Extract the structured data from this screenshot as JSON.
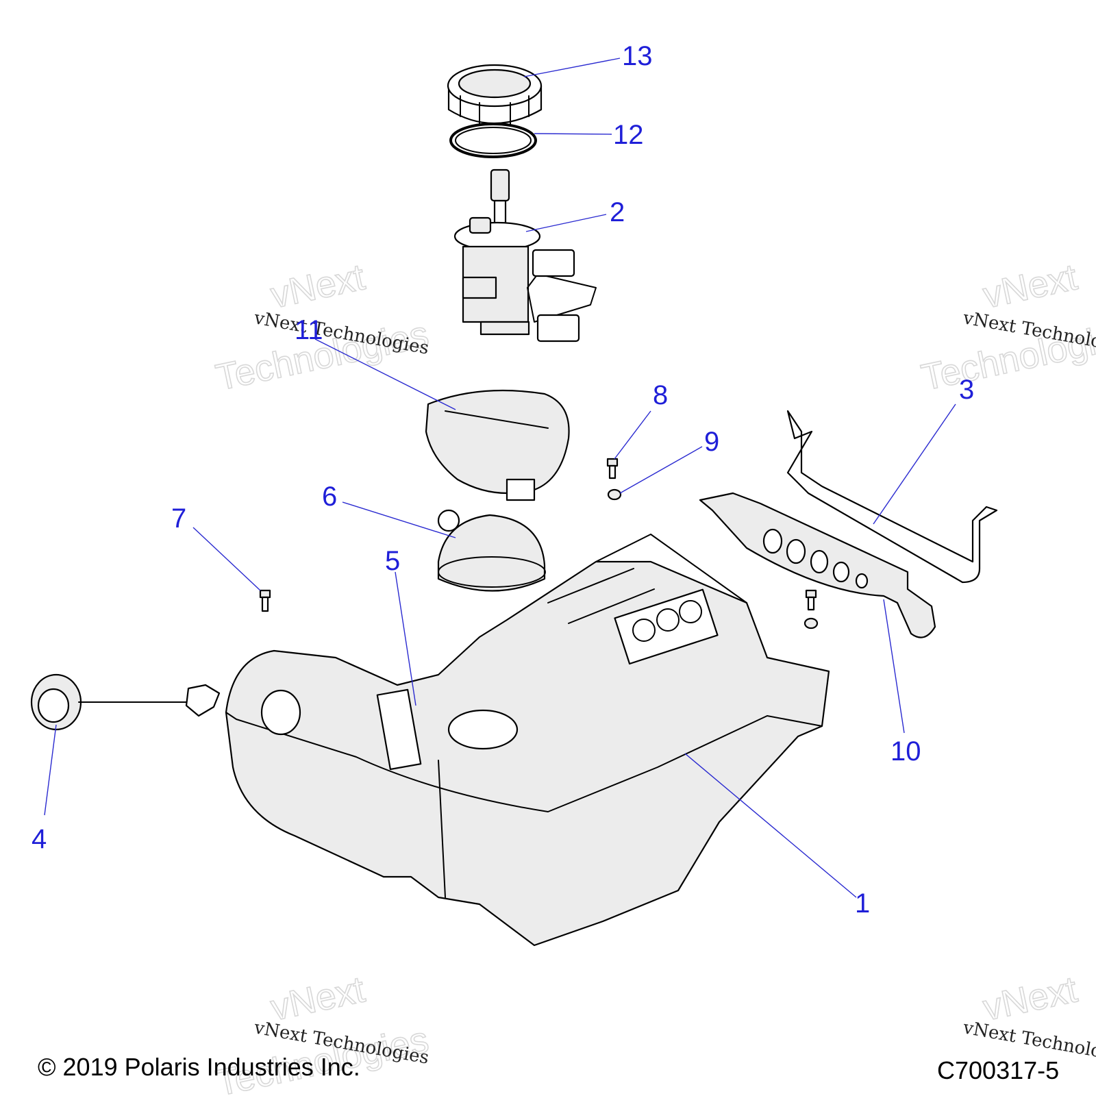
{
  "callouts": {
    "c1": "1",
    "c2": "2",
    "c3": "3",
    "c4": "4",
    "c5": "5",
    "c6": "6",
    "c7": "7",
    "c8": "8",
    "c9": "9",
    "c10": "10",
    "c11": "11",
    "c12": "12",
    "c13": "13"
  },
  "watermark": {
    "line1": "vNext",
    "line2": "Technologies",
    "small": "vNext Technologies"
  },
  "footer": {
    "copyright": "© 2019 Polaris Industries Inc.",
    "diagram_id": "C700317-5"
  },
  "colors": {
    "callout": "#1f1fd8",
    "outline": "#000000",
    "fill": "#ececec"
  }
}
